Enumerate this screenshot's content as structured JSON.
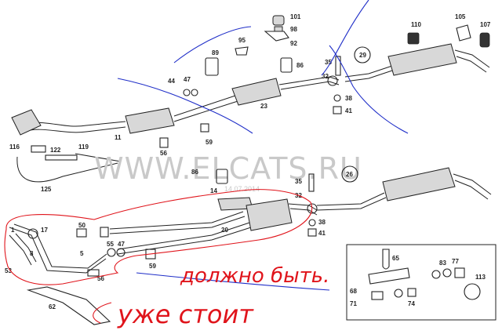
{
  "part_numbers_top": [
    "101",
    "98",
    "92",
    "95",
    "89",
    "86",
    "44",
    "47",
    "23",
    "35",
    "32",
    "29",
    "38",
    "41",
    "110",
    "105",
    "107",
    "11",
    "56",
    "59",
    "116",
    "122",
    "119",
    "125"
  ],
  "part_numbers_bottom": [
    "86",
    "14",
    "35",
    "32",
    "26",
    "20",
    "38",
    "41",
    "50",
    "1",
    "17",
    "8",
    "53",
    "5",
    "55",
    "56",
    "59",
    "47",
    "62",
    "65",
    "68",
    "71",
    "74",
    "77",
    "83",
    "113"
  ],
  "watermark": "WWW.ELCATS.RU",
  "stamp": "14.07.2014",
  "handwriting": {
    "top": "должно быть.",
    "bottom": "уже стоит"
  },
  "colors": {
    "annotation_red": "#e0141b",
    "annotation_blue": "#1f2ec8",
    "line": "#222222"
  }
}
